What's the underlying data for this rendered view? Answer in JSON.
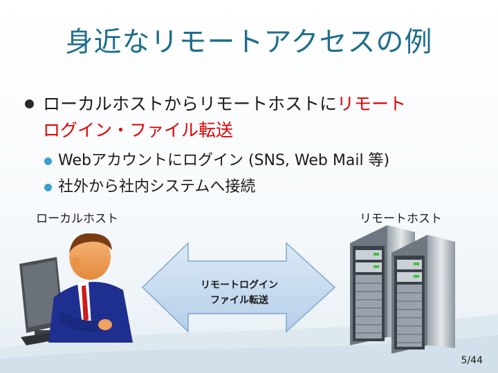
{
  "slide": {
    "title": "身近なリモートアクセスの例",
    "bullet_main": {
      "part1": "ローカルホストからリモートホストに",
      "part2_red": "リモート",
      "part3_red": "ログイン・ファイル転送"
    },
    "sub_bullets": [
      "Webアカウントにログイン (SNS, Web Mail 等)",
      "社外から社内システムへ接続"
    ],
    "local_host_label": "ローカルホスト",
    "remote_host_label": "リモートホスト",
    "arrow_line1": "リモートログイン",
    "arrow_line2": "ファイル転送",
    "page_number": "5/44"
  },
  "colors": {
    "title": "#1f6e8c",
    "emphasis": "#e00000",
    "sub_bullet": "#3aa0d0",
    "arrow_fill": "#c5dcf0"
  },
  "icons": [
    "person-at-computer-icon",
    "server-rack-icon",
    "double-arrow-icon"
  ]
}
